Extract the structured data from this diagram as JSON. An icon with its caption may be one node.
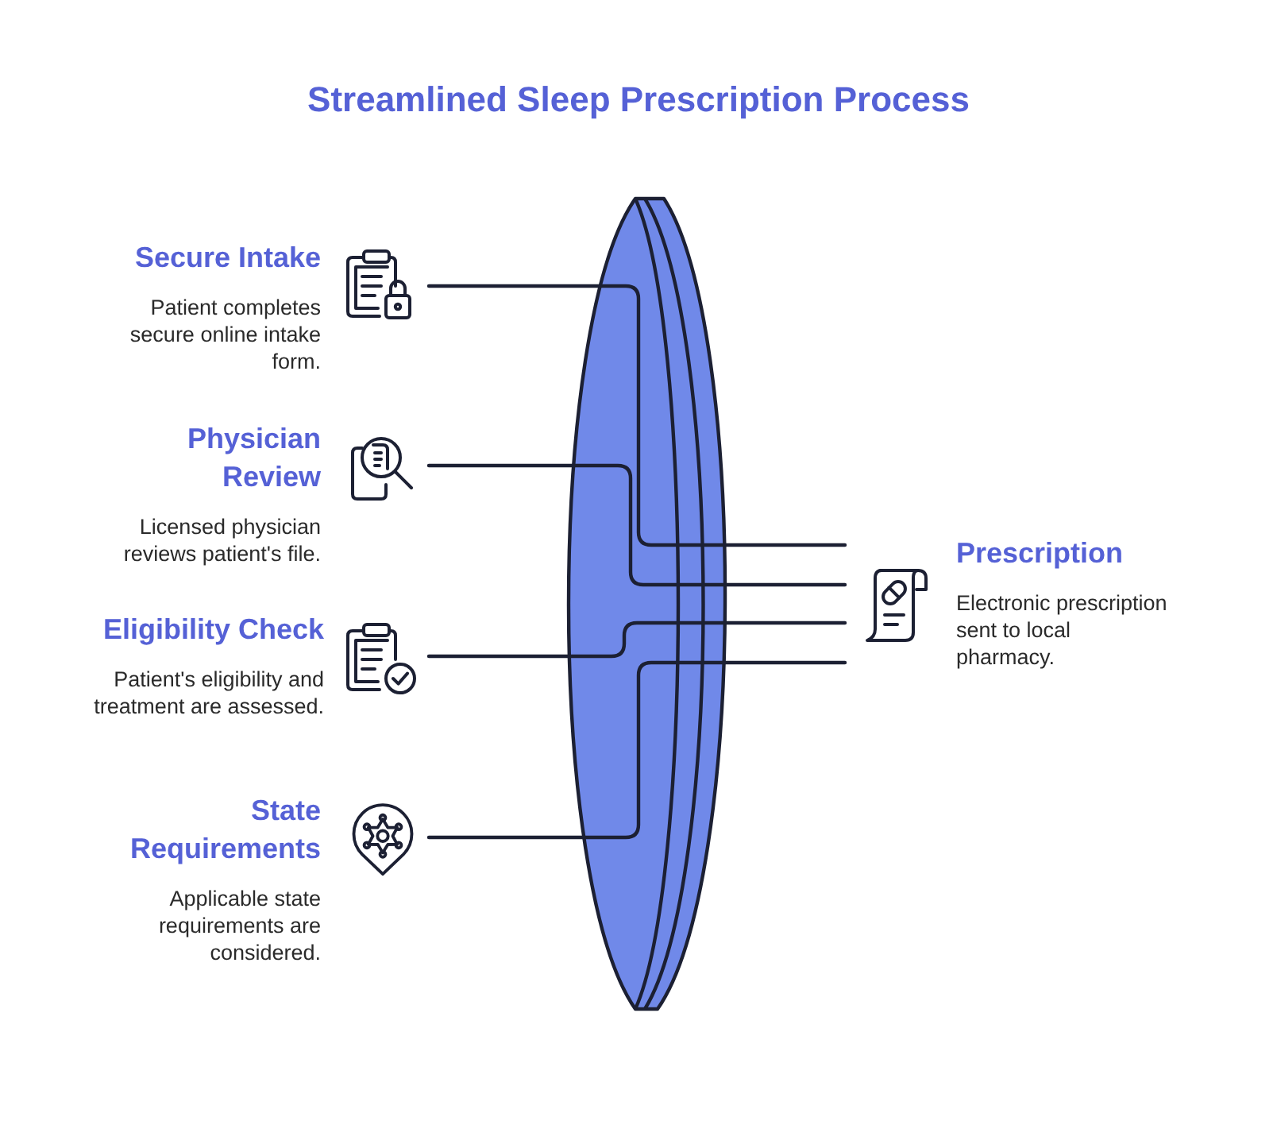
{
  "diagram": {
    "title": "Streamlined Sleep Prescription Process",
    "nodes": [
      {
        "text": [
          "Secure Intake",
          "Patient completes secure online intake form."
        ]
      },
      {
        "text": [
          "Physician Review",
          "Licensed physician reviews patient's file."
        ]
      },
      {
        "text": [
          "Eligibility Check",
          "Patient's eligibility and treatment are assessed."
        ]
      },
      {
        "text": [
          "State Requirements",
          "Applicable state requirements are considered."
        ]
      },
      {
        "text": [
          "Prescription",
          "Electronic prescription sent to local pharmacy."
        ]
      }
    ],
    "edges": [
      {
        "from": 0,
        "to": 4,
        "arrow": "none"
      },
      {
        "from": 1,
        "to": 4,
        "arrow": "none"
      },
      {
        "from": 2,
        "to": 4,
        "arrow": "none"
      },
      {
        "from": 3,
        "to": 4,
        "arrow": "none"
      }
    ]
  }
}
